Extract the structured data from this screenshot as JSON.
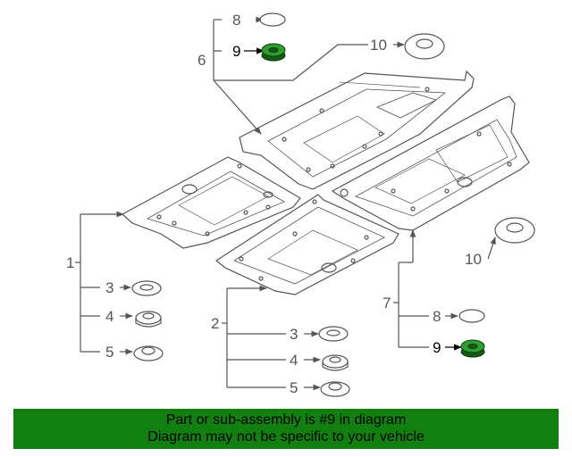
{
  "diagram": {
    "colors": {
      "line": "#555555",
      "highlight": "#1f8a1f",
      "label": "#555555",
      "label_highlight": "#000000"
    },
    "callouts": {
      "c1": "1",
      "c2": "2",
      "c3a": "3",
      "c3b": "3",
      "c4a": "4",
      "c4b": "4",
      "c5a": "5",
      "c5b": "5",
      "c6": "6",
      "c7": "7",
      "c8a": "8",
      "c8b": "8",
      "c9a": "9",
      "c9b": "9",
      "c10a": "10",
      "c10b": "10"
    },
    "highlighted_part": "9"
  },
  "banner": {
    "line1": "Part or sub-assembly is #9 in diagram",
    "line2": "Diagram may not be specific to your vehicle",
    "background": "#118011"
  }
}
